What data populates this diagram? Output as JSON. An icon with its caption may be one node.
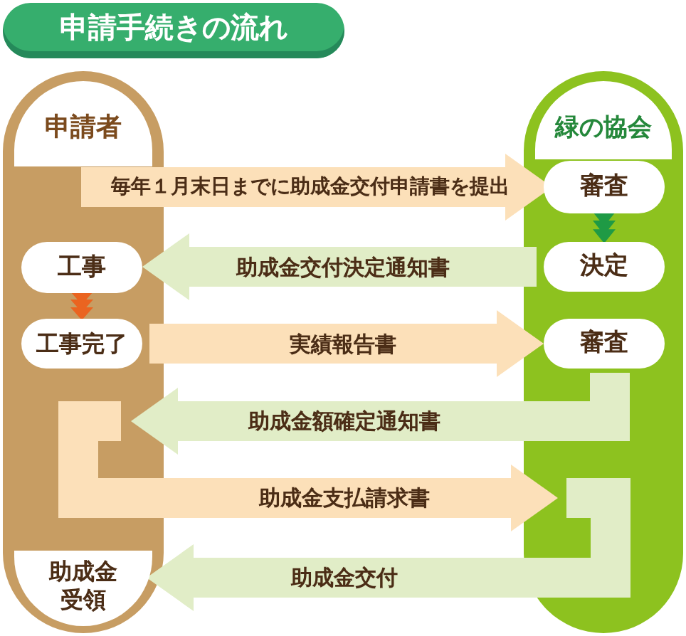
{
  "diagram": {
    "title": "申請手続きの流れ",
    "nodes": [
      {
        "text": [
          "申請者"
        ]
      },
      {
        "text": [
          "工事"
        ],
        "in": 0
      },
      {
        "text": [
          "工事完了"
        ],
        "in": 0
      },
      {
        "text": [
          "助成金受領"
        ],
        "in": 0
      },
      {
        "text": [
          "緑の協会"
        ]
      },
      {
        "text": [
          "審査"
        ],
        "in": 4
      },
      {
        "text": [
          "決定"
        ],
        "in": 4
      },
      {
        "text": [
          "審査"
        ],
        "in": 4
      }
    ],
    "edges": [
      {
        "from": 0,
        "to": 5,
        "arrow": "to",
        "label": "毎年１月末日までに助成金交付申請書を提出",
        "style": "thick",
        "color": "#fce0b9"
      },
      {
        "from": 5,
        "to": 6,
        "arrow": "to",
        "color": "#1f9a45"
      },
      {
        "from": 6,
        "to": 1,
        "arrow": "to",
        "label": "助成金交付決定通知書",
        "style": "thick",
        "color": "#e1edc7"
      },
      {
        "from": 1,
        "to": 2,
        "arrow": "to",
        "color": "#ea6420"
      },
      {
        "from": 2,
        "to": 7,
        "arrow": "to",
        "label": "実績報告書",
        "style": "thick",
        "color": "#fce0b9"
      },
      {
        "from": 7,
        "to": 0,
        "arrow": "to",
        "label": "助成金額確定通知書",
        "style": "thick",
        "color": "#e1edc7"
      },
      {
        "from": 0,
        "to": 4,
        "arrow": "to",
        "label": "助成金支払請求書",
        "style": "thick",
        "color": "#fce0b9"
      },
      {
        "from": 4,
        "to": 3,
        "arrow": "to",
        "label": "助成金交付",
        "style": "thick",
        "color": "#e1edc7"
      }
    ]
  }
}
